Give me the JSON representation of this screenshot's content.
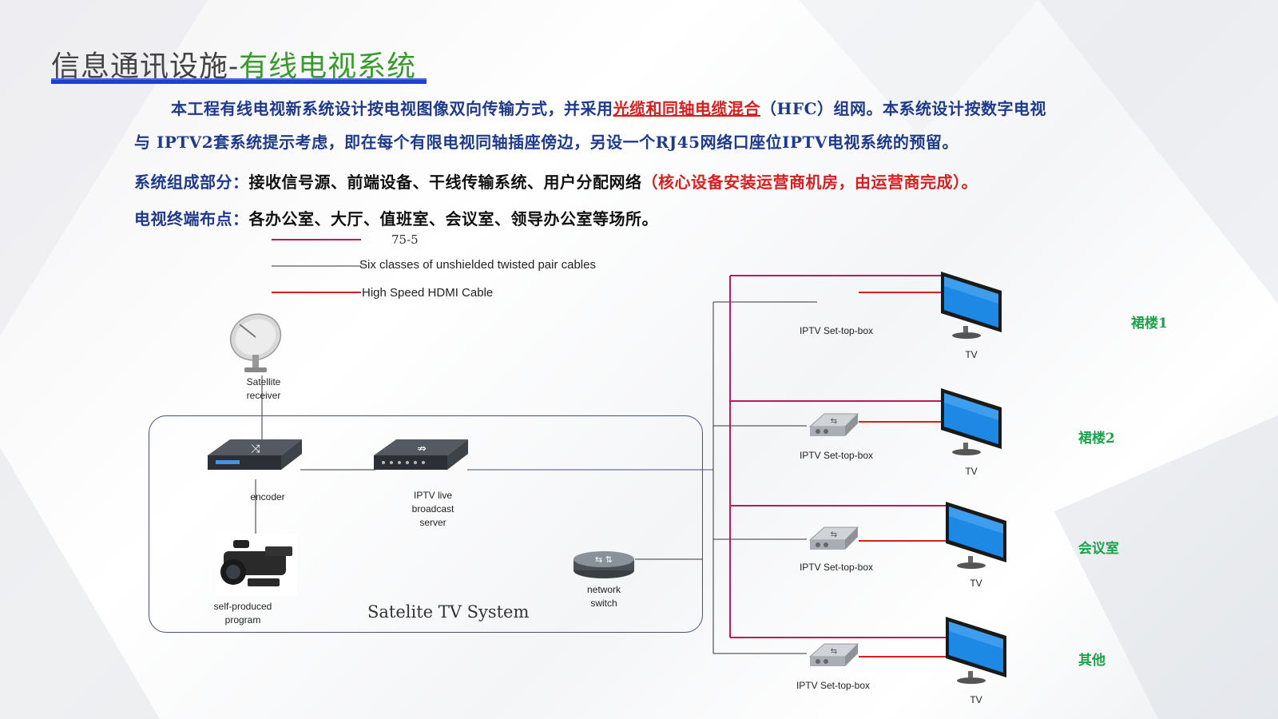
{
  "header": {
    "title_prefix": "信息通讯设施-",
    "title_accent": "有线电视系统"
  },
  "paragraph1": {
    "line1_a": "本工程有线电视新系统设计按电视图像双向传输方式，并采用",
    "line1_red": "光缆和同轴电缆混合",
    "line1_b": "（HFC）组网。本系统设计按数字电视",
    "line2": "与  IPTV2套系统提示考虑，即在每个有限电视同轴插座傍边，另设一个RJ45网络口座位IPTV电视系统的预留。"
  },
  "composition": {
    "label": "系统组成部分：",
    "items": "接收信号源、前端设备、干线传输系统、用户分配网络",
    "note": "（核心设备安装运营商机房，由运营商完成）。"
  },
  "terminals": {
    "label": "电视终端布点：",
    "items": "各办公室、大厅、值班室、会议室、领导办公室等场所。"
  },
  "legend": [
    {
      "label": "75-5",
      "color": "#c2185b"
    },
    {
      "label": "Six classes of unshielded twisted pair cables",
      "color": "#333333"
    },
    {
      "label": "High Speed HDMI Cable",
      "color": "#d81e1e"
    }
  ],
  "devices": {
    "satellite": "Satellite\nreceiver",
    "encoder": "encoder",
    "live_server": "IPTV live\nbroadcast\nserver",
    "camera": "self-produced\nprogram",
    "switch": "network\nswitch"
  },
  "system_label": "Satelite TV System",
  "branches": [
    {
      "stb": "IPTV Set-top-box",
      "tv": "TV",
      "zone": "裙楼1"
    },
    {
      "stb": "IPTV Set-top-box",
      "tv": "TV",
      "zone": "裙楼2"
    },
    {
      "stb": "IPTV Set-top-box",
      "tv": "TV",
      "zone": "会议室"
    },
    {
      "stb": "IPTV Set-top-box",
      "tv": "TV",
      "zone": "其他"
    }
  ],
  "colors": {
    "title_accent": "#3a9a2e",
    "title_bar": "#1f3fcf",
    "body_text": "#1f3a8a",
    "highlight": "#d81e1e",
    "coax": "#c2185b",
    "utp": "#333333",
    "hdmi": "#d81e1e",
    "zone_label": "#1aa34a",
    "tv_screen": "#1e88e5"
  }
}
